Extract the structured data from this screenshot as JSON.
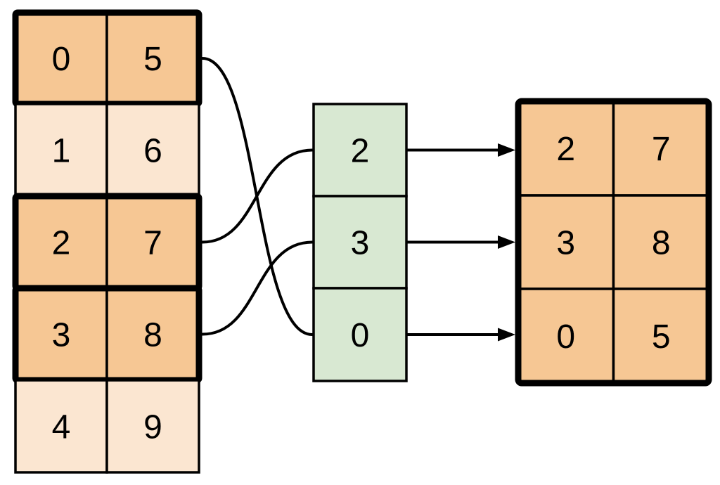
{
  "source_table": {
    "rows": [
      {
        "cells": [
          "0",
          "5"
        ],
        "highlighted": true
      },
      {
        "cells": [
          "1",
          "6"
        ],
        "highlighted": false
      },
      {
        "cells": [
          "2",
          "7"
        ],
        "highlighted": true
      },
      {
        "cells": [
          "3",
          "8"
        ],
        "highlighted": true
      },
      {
        "cells": [
          "4",
          "9"
        ],
        "highlighted": false
      }
    ]
  },
  "index_column": {
    "values": [
      "2",
      "3",
      "0"
    ]
  },
  "result_table": {
    "rows": [
      {
        "cells": [
          "2",
          "7"
        ]
      },
      {
        "cells": [
          "3",
          "8"
        ]
      },
      {
        "cells": [
          "0",
          "5"
        ]
      }
    ]
  },
  "connections": {
    "source_to_index": [
      {
        "from_source_row": 0,
        "to_index_cell": 2
      },
      {
        "from_source_row": 2,
        "to_index_cell": 0
      },
      {
        "from_source_row": 3,
        "to_index_cell": 1
      }
    ],
    "index_to_result": [
      {
        "from_index_cell": 0,
        "to_result_row": 0
      },
      {
        "from_index_cell": 1,
        "to_result_row": 1
      },
      {
        "from_index_cell": 2,
        "to_result_row": 2
      }
    ]
  },
  "colors": {
    "highlight_fill": "#F6C794",
    "muted_fill": "#FBE6D1",
    "index_fill": "#D8E8D2",
    "stroke": "#000000",
    "background": "#FFFFFF"
  }
}
